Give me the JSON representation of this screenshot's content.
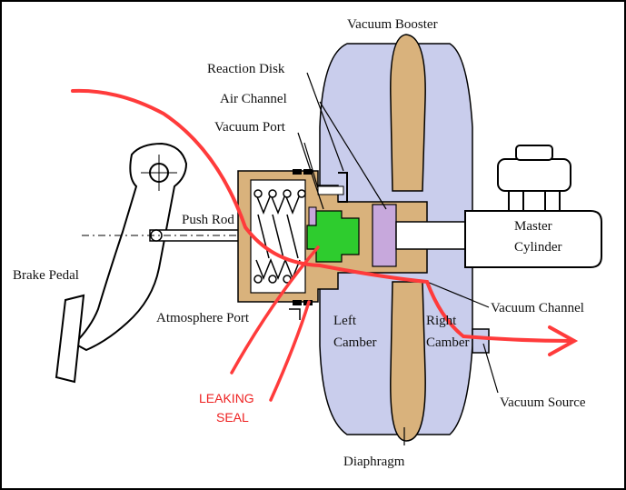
{
  "labels": {
    "vacuum_booster": "Vacuum Booster",
    "reaction_disk": "Reaction Disk",
    "air_channel": "Air Channel",
    "vacuum_port": "Vacuum Port",
    "push_rod": "Push Rod",
    "brake_pedal": "Brake Pedal",
    "atmosphere_port": "Atmosphere Port",
    "left_camber_1": "Left",
    "left_camber_2": "Camber",
    "right_camber_1": "Right",
    "right_camber_2": "Camber",
    "master_cylinder_1": "Master",
    "master_cylinder_2": "Cylinder",
    "vacuum_channel": "Vacuum Channel",
    "vacuum_source": "Vacuum Source",
    "diaphragm": "Diaphragm"
  },
  "annotation": {
    "line1": "LEAKING",
    "line2": "SEAL"
  },
  "colors": {
    "booster_body": "#c9cdec",
    "diaphragm": "#d9b27c",
    "piston": "#d9b27c",
    "valve_green": "#2ecc2e",
    "reaction_disk": "#c7a8dc",
    "annotation_red": "#ee2222",
    "leak_path": "#ff3b3b"
  }
}
